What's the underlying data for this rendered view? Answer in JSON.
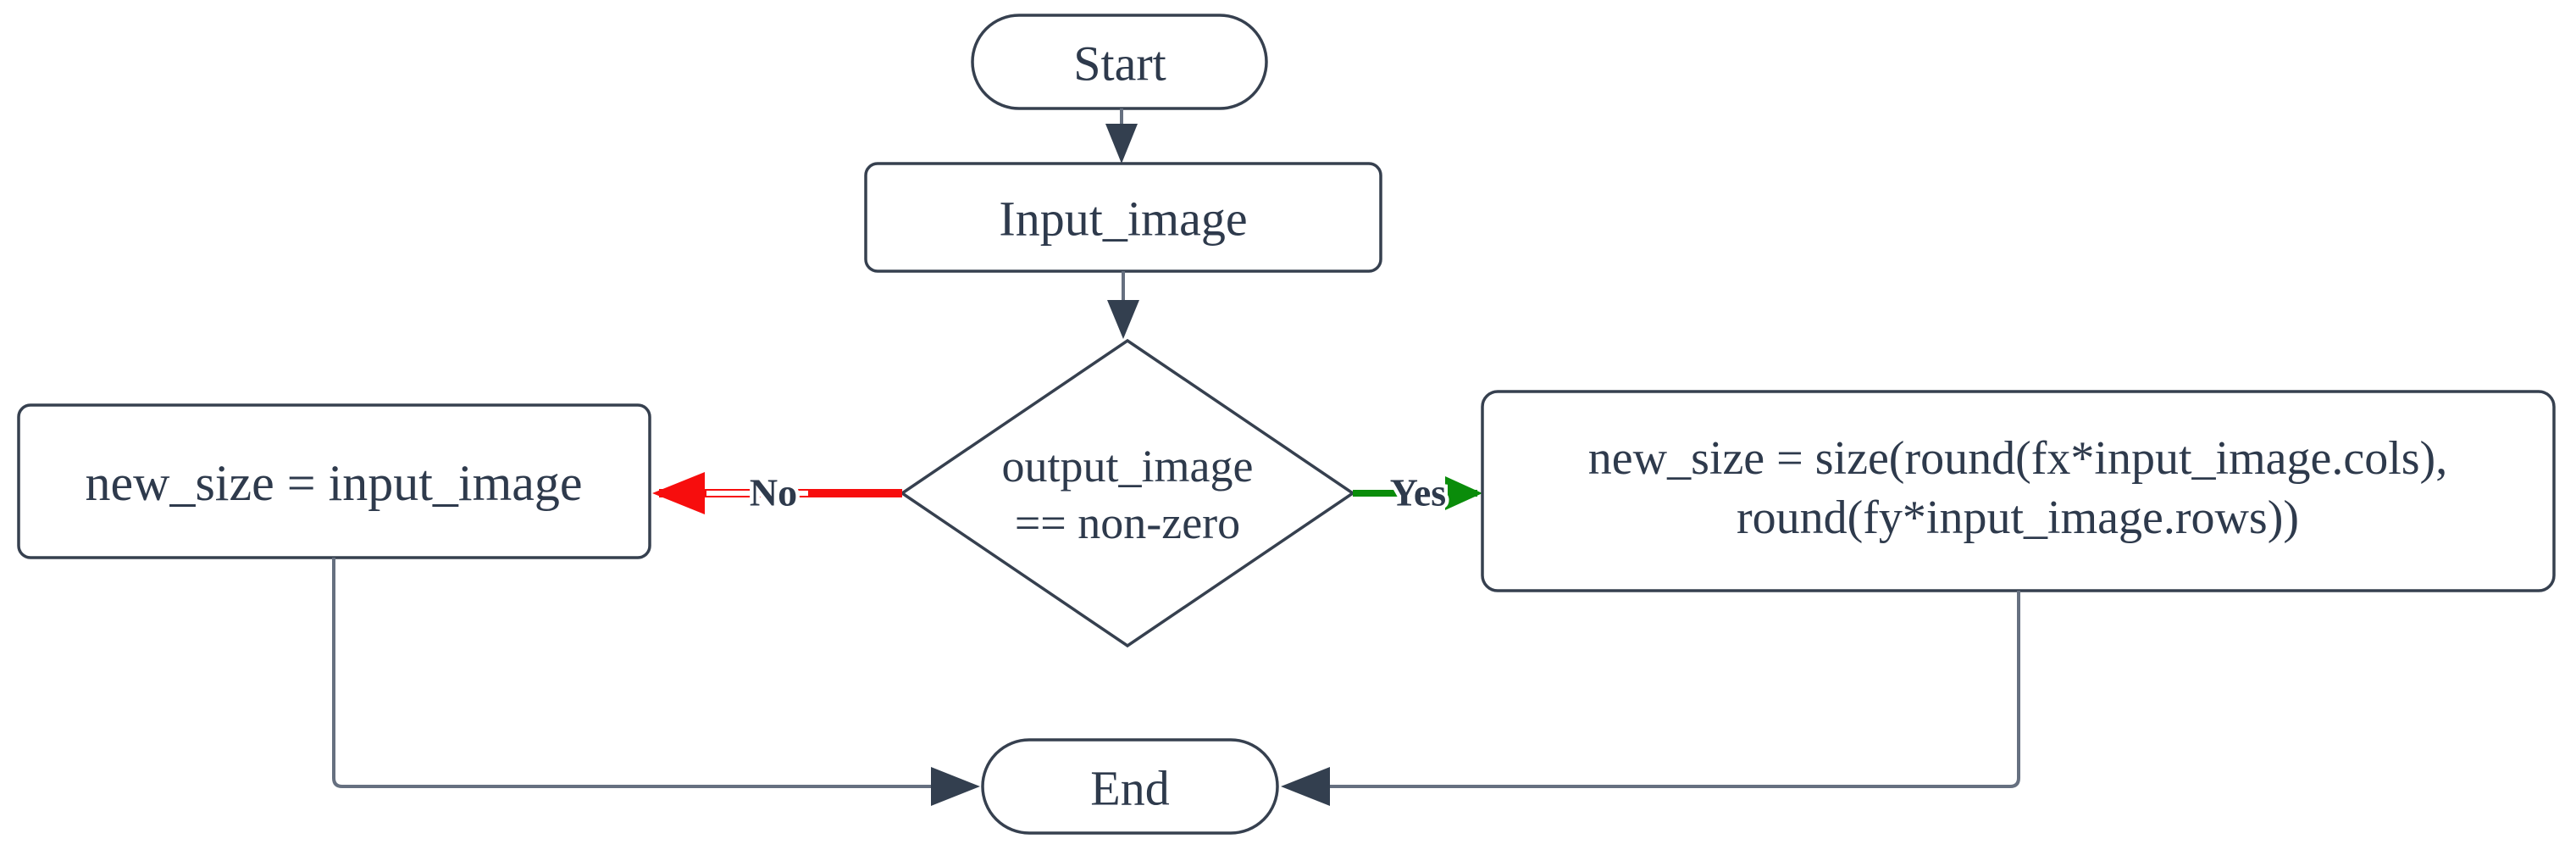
{
  "nodes": {
    "start": {
      "type": "terminator",
      "label": "Start"
    },
    "input": {
      "type": "process",
      "label": "Input_image"
    },
    "decision": {
      "type": "decision",
      "label_line1": "output_image",
      "label_line2": "== non-zero"
    },
    "no_branch": {
      "type": "process",
      "label": "new_size = input_image"
    },
    "yes_branch": {
      "type": "process",
      "label_line1": "new_size = size(round(fx*input_image.cols),",
      "label_line2": "round(fy*input_image.rows))"
    },
    "end": {
      "type": "terminator",
      "label": "End"
    }
  },
  "edges": {
    "no_label": "No",
    "yes_label": "Yes"
  },
  "colors": {
    "background": "#ffffff",
    "shape_border": "#36404f",
    "text": "#2e3a4c",
    "connector": "#667080",
    "arrowhead": "#333f4f",
    "no_edge": "#f70d0d",
    "yes_edge": "#0a8c0a"
  }
}
